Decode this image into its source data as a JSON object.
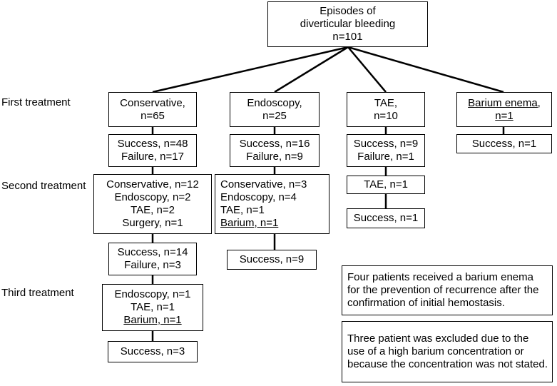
{
  "root": {
    "lines": [
      "Episodes of",
      "diverticular bleeding",
      "n=101"
    ]
  },
  "row_labels": {
    "first": "First treatment",
    "second": "Second treatment",
    "third": "Third treatment"
  },
  "conservative": {
    "first": [
      "Conservative,",
      "n=65"
    ],
    "result1": [
      "Success, n=48",
      "Failure, n=17"
    ],
    "second": [
      "Conservative, n=12",
      "Endoscopy, n=2",
      "TAE, n=2",
      "Surgery, n=1"
    ],
    "result2": [
      "Success, n=14",
      "Failure, n=3"
    ],
    "third": [
      "Endoscopy, n=1",
      "TAE, n=1",
      "Barium, n=1"
    ],
    "result3": "Success, n=3"
  },
  "endoscopy": {
    "first": [
      "Endoscopy,",
      "n=25"
    ],
    "result1": [
      "Success, n=16",
      "Failure, n=9"
    ],
    "second": [
      "Conservative, n=3",
      "Endoscopy, n=4",
      "TAE, n=1",
      "Barium, n=1"
    ],
    "result2": "Success, n=9"
  },
  "tae": {
    "first": [
      "TAE,",
      "n=10"
    ],
    "result1": [
      "Success, n=9",
      "Failure, n=1"
    ],
    "second": "TAE, n=1",
    "result2": "Success, n=1"
  },
  "barium": {
    "first": [
      "Barium enema,",
      "n=1"
    ],
    "result1": "Success, n=1"
  },
  "notes": [
    "Four patients received a barium enema for the prevention of recurrence after the confirmation of initial hemostasis.",
    "Three patient was excluded due to the use of a high barium concentration or because the concentration was not stated."
  ]
}
